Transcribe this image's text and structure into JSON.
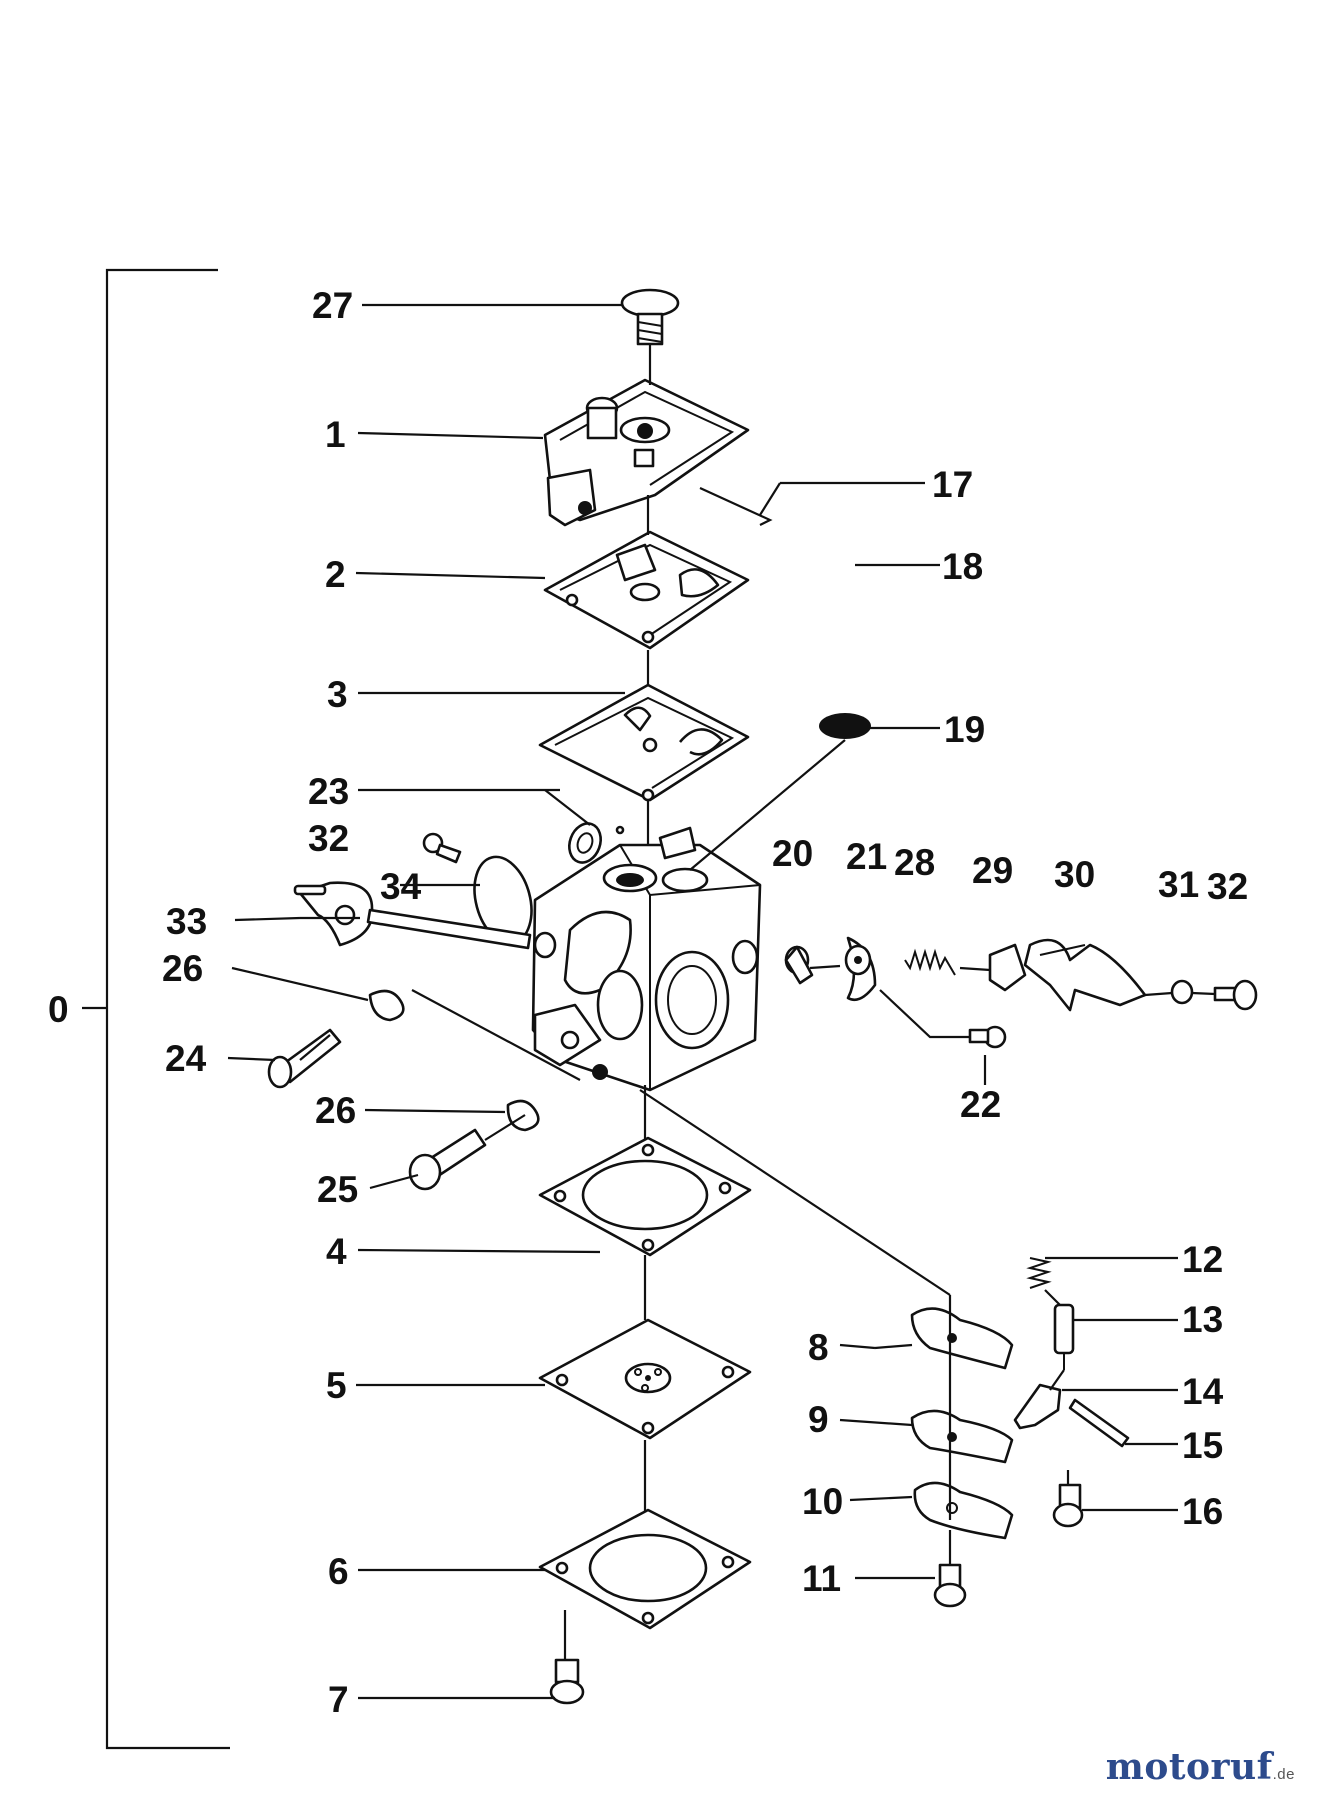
{
  "diagram": {
    "part_labels": {
      "l0": "0",
      "l1": "1",
      "l2": "2",
      "l3": "3",
      "l4": "4",
      "l5": "5",
      "l6": "6",
      "l7": "7",
      "l8": "8",
      "l9": "9",
      "l10": "10",
      "l11": "11",
      "l12": "12",
      "l13": "13",
      "l14": "14",
      "l15": "15",
      "l16": "16",
      "l17": "17",
      "l18": "18",
      "l19": "19",
      "l20": "20",
      "l21": "21",
      "l22": "22",
      "l23": "23",
      "l24": "24",
      "l25": "25",
      "l26a": "26",
      "l26b": "26",
      "l27": "27",
      "l28": "28",
      "l29": "29",
      "l30": "30",
      "l31": "31",
      "l32a": "32",
      "l32b": "32",
      "l33": "33",
      "l34": "34"
    }
  },
  "watermark": {
    "brand_main": "motoruf",
    "brand_tld": ".de"
  }
}
